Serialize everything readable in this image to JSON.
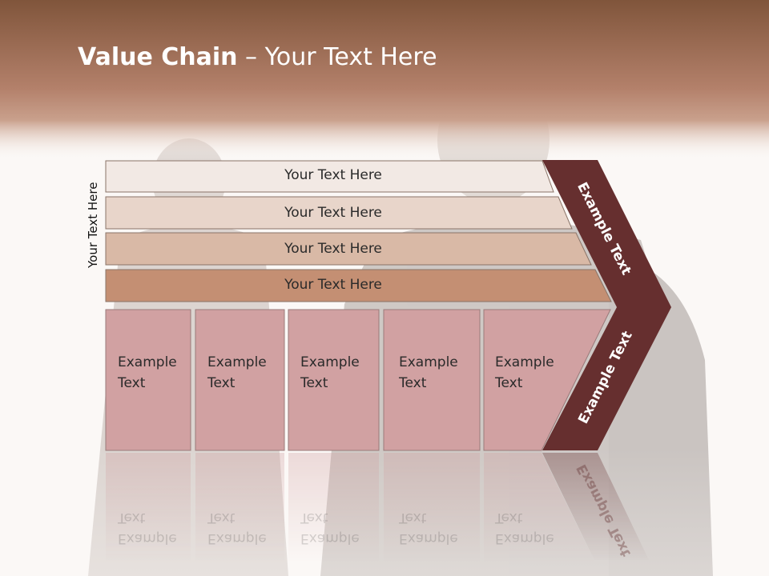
{
  "title": {
    "bold": "Value Chain",
    "rest": " – Your Text Here"
  },
  "side_label": "Your Text Here",
  "rows": [
    "Your Text Here",
    "Your Text Here",
    "Your Text Here",
    "Your Text Here"
  ],
  "boxes": [
    "Example\nText",
    "Example\nText",
    "Example\nText",
    "Example\nText",
    "Example\nText"
  ],
  "chevron_upper": "Example Text",
  "chevron_lower": "Example Text",
  "colors": {
    "header": "#a87558",
    "row1": "#f2e9e4",
    "row2": "#e8d5ca",
    "row3": "#d9b9a6",
    "row4": "#c48f73",
    "boxes": "#d1a1a2",
    "chevron": "#662f2f"
  }
}
